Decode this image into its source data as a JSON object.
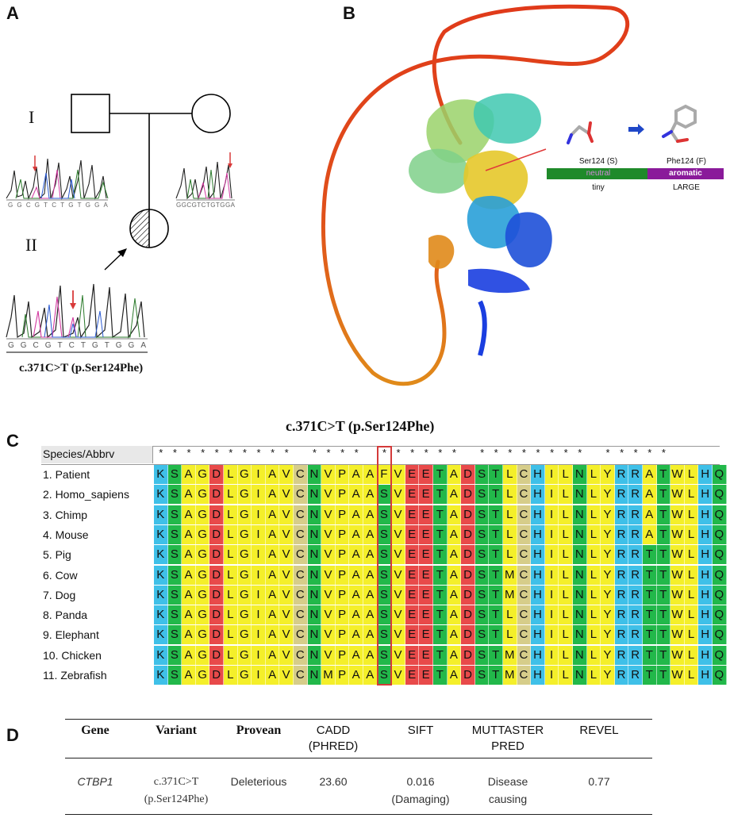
{
  "panels": {
    "a": "A",
    "b": "B",
    "c": "C",
    "d": "D"
  },
  "pedigree": {
    "gen1": "I",
    "gen2": "II",
    "chrom_letters": [
      "G",
      "G",
      "C",
      "G",
      "T",
      "C",
      "T",
      "G",
      "T",
      "G",
      "G",
      "A"
    ],
    "variant_caption": "c.371C>T (p.Ser124Phe)"
  },
  "structure": {
    "wt_name": "Ser124 (S)",
    "wt_class": "neutral",
    "wt_size": "tiny",
    "mut_name": "Phe124 (F)",
    "mut_class": "aromatic",
    "mut_size": "LARGE",
    "colors": {
      "neutral": "#1f8a2a",
      "aromatic": "#8a1a9a"
    }
  },
  "alignment": {
    "title": "c.371C>T (p.Ser124Phe)",
    "header": "Species/Abbrv",
    "conservation": "********** **** ****** ******** *****",
    "species": [
      "1. Patient",
      "2. Homo_sapiens",
      "3. Chimp",
      "4. Mouse",
      "5. Pig",
      "6. Cow",
      "7. Dog",
      "8. Panda",
      "9. Elephant",
      "10. Chicken",
      "11. Zebrafish"
    ],
    "sequences": [
      "KSAGDLGIAVCNVPAAFVEETADSTLCHILNLYRRATWLHQ",
      "KSAGDLGIAVCNVPAASVEETADSTLCHILNLYRRATWLHQ",
      "KSAGDLGIAVCNVPAASVEETADSTLCHILNLYRRATWLHQ",
      "KSAGDLGIAVCNVPAASVEETADSTLCHILNLYRRATWLHQ",
      "KSAGDLGIAVCNVPAASVEETADSTLCHILNLYRRTTWLHQ",
      "KSAGDLGIAVCNVPAASVEETADSTMCHILNLYRRTTWLHQ",
      "KSAGDLGIAVCNVPAASVEETADSTMCHILNLYRRTTWLHQ",
      "KSAGDLGIAVCNVPAASVEETADSTLCHILNLYRRTTWLHQ",
      "KSAGDLGIAVCNVPAASVEETADSTLCHILNLYRRTTWLHQ",
      "KSAGDLGIAVCNVPAASVEETADSTMCHILNLYRRTTWLHQ",
      "KSAGDLGIAVCNMPAASVEETADSTMCHILNLYRRTTWLHQ"
    ],
    "highlight_column": 16,
    "residue_colors": {
      "K": "#3fc0e8",
      "R": "#3fc0e8",
      "H": "#3fc0e8",
      "S": "#22b84a",
      "T": "#22b84a",
      "N": "#22b84a",
      "Q": "#22b84a",
      "A": "#f4ef2a",
      "G": "#f4ef2a",
      "L": "#f4ef2a",
      "I": "#f4ef2a",
      "V": "#f4ef2a",
      "M": "#f4ef2a",
      "P": "#f4ef2a",
      "F": "#f4ef2a",
      "W": "#f4ef2a",
      "Y": "#f4ef2a",
      "D": "#e84a4a",
      "E": "#e84a4a",
      "C": "#d6cd8a"
    }
  },
  "table": {
    "headers": [
      {
        "line1": "Gene",
        "line2": ""
      },
      {
        "line1": "Variant",
        "line2": ""
      },
      {
        "line1": "Provean",
        "line2": ""
      },
      {
        "line1": "CADD",
        "line2": "(PHRED)"
      },
      {
        "line1": "SIFT",
        "line2": ""
      },
      {
        "line1": "MUTTASTER",
        "line2": "PRED"
      },
      {
        "line1": "REVEL",
        "line2": ""
      }
    ],
    "row": [
      {
        "line1": "CTBP1",
        "line2": ""
      },
      {
        "line1": "c.371C>T",
        "line2": "(p.Ser124Phe)"
      },
      {
        "line1": "Deleterious",
        "line2": ""
      },
      {
        "line1": "23.60",
        "line2": ""
      },
      {
        "line1": "0.016",
        "line2": "(Damaging)"
      },
      {
        "line1": "Disease",
        "line2": "causing"
      },
      {
        "line1": "0.77",
        "line2": ""
      }
    ]
  }
}
